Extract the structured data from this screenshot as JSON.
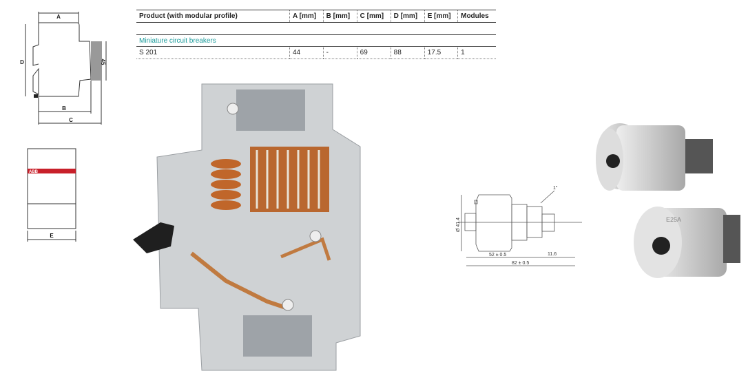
{
  "table": {
    "headers": [
      "Product (with modular profile)",
      "A [mm]",
      "B [mm]",
      "C [mm]",
      "D [mm]",
      "E [mm]",
      "Modules"
    ],
    "category": "Miniature circuit breakers",
    "rows": [
      [
        "S 201",
        "44",
        "-",
        "69",
        "88",
        "17.5",
        "1"
      ]
    ]
  },
  "side_drawing": {
    "labels": {
      "a": "A",
      "b": "B",
      "c": "C",
      "d": "D",
      "h": "45"
    }
  },
  "front_drawing": {
    "brand": "ABB",
    "label_e": "E"
  },
  "fuse_drawing": {
    "diameter": "Ø 41.4",
    "length_body": "52 ± 0.5",
    "length_thread": "11.6",
    "length_total": "82 ± 0.5",
    "thread": "1\""
  },
  "fuse_photo": {
    "marking": "E25A"
  },
  "colors": {
    "accent": "#1a9a9a",
    "brand_red": "#c8202a"
  }
}
